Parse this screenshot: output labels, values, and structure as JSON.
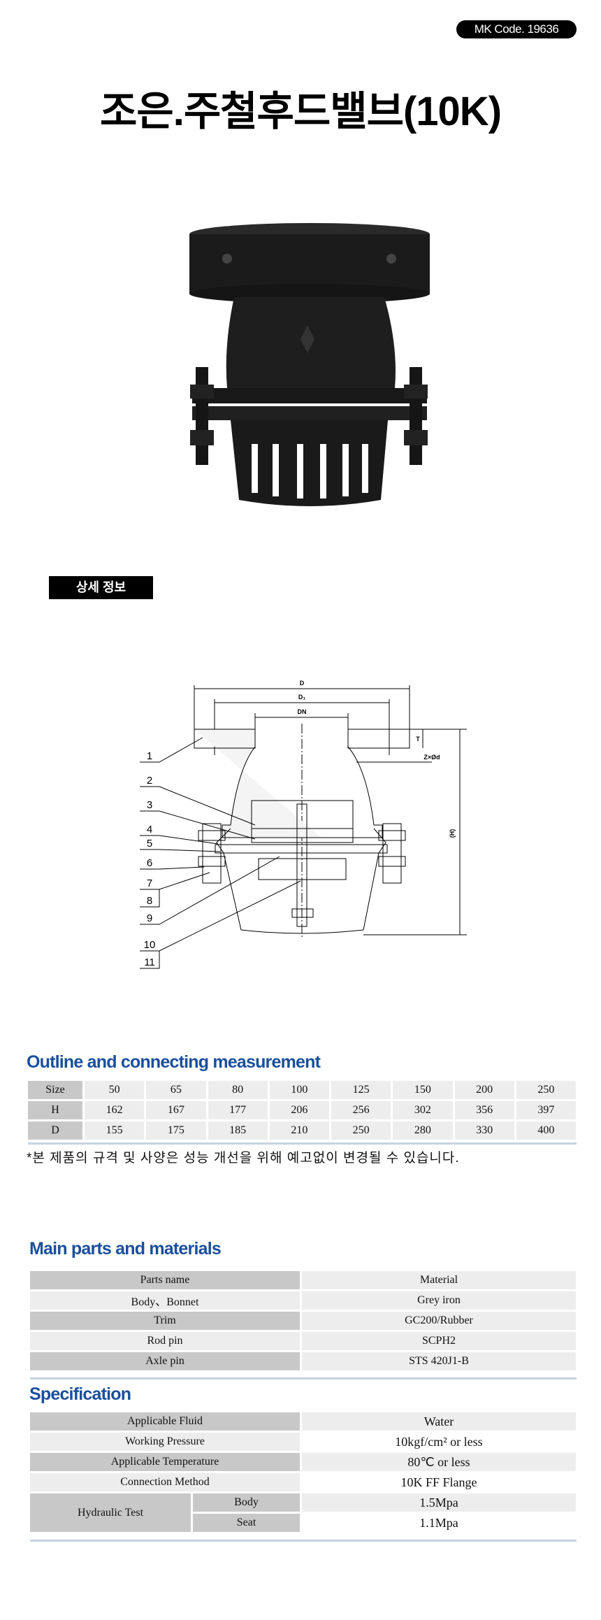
{
  "header": {
    "mk_code": "MK Code. 19636",
    "title": "조은.주철후드밸브(10K)"
  },
  "detail_tag": "상세 정보",
  "diagram": {
    "labels": {
      "D": "D",
      "D1": "D₁",
      "DN": "DN",
      "T": "T",
      "ZxOd": "Z×Ød",
      "H": "(H)"
    },
    "parts": [
      "1",
      "2",
      "3",
      "4",
      "5",
      "6",
      "7",
      "8",
      "9",
      "10",
      "11"
    ]
  },
  "outline": {
    "heading": "Outline and connecting measurement",
    "rows": [
      {
        "label": "Size",
        "values": [
          "50",
          "65",
          "80",
          "100",
          "125",
          "150",
          "200",
          "250"
        ]
      },
      {
        "label": "H",
        "values": [
          "162",
          "167",
          "177",
          "206",
          "256",
          "302",
          "356",
          "397"
        ]
      },
      {
        "label": "D",
        "values": [
          "155",
          "175",
          "185",
          "210",
          "250",
          "280",
          "330",
          "400"
        ]
      }
    ],
    "note": "*본 제품의 규격 및 사양은 성능 개선을 위해 예고없이 변경될 수 있습니다."
  },
  "parts": {
    "heading": "Main parts and materials",
    "header": [
      "Parts name",
      "Material"
    ],
    "rows": [
      [
        "Body、Bonnet",
        "Grey iron"
      ],
      [
        "Trim",
        "GC200/Rubber"
      ],
      [
        "Rod pin",
        "SCPH2"
      ],
      [
        "Axle pin",
        "STS 420J1-B"
      ]
    ]
  },
  "spec": {
    "heading": "Specification",
    "rows": [
      [
        "Applicable Fluid",
        "Water"
      ],
      [
        "Working Pressure",
        "10kgf/cm² or less"
      ],
      [
        "Applicable Temperature",
        "80℃ or less"
      ],
      [
        "Connection Method",
        "10K FF Flange"
      ]
    ],
    "hydraulic": {
      "label": "Hydraulic Test",
      "body_label": "Body",
      "body_value": "1.5Mpa",
      "seat_label": "Seat",
      "seat_value": "1.1Mpa"
    }
  },
  "colors": {
    "heading_blue": "#1a4f9c",
    "dark_cell": "#c8c8c8",
    "light_cell": "#ededed"
  }
}
